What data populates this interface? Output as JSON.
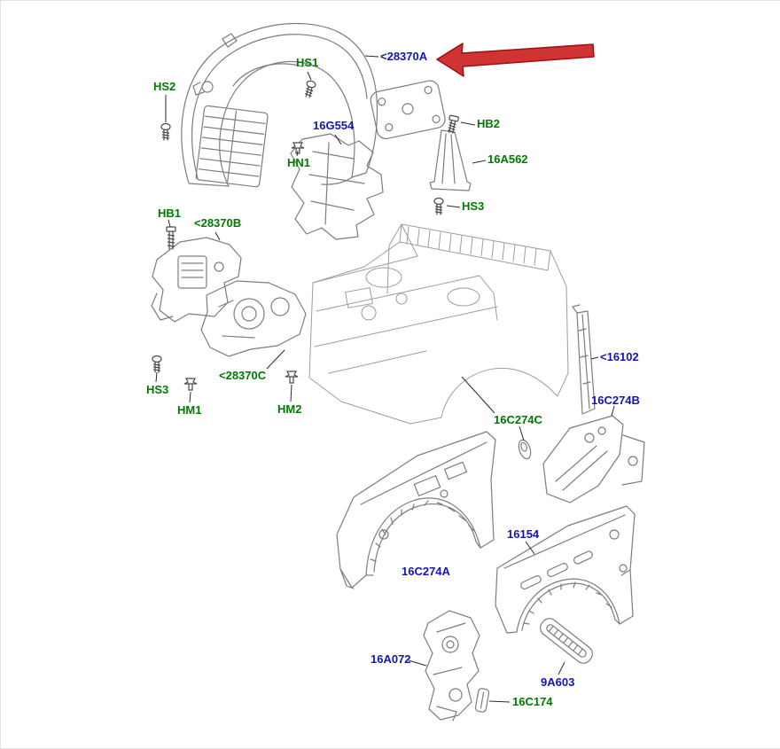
{
  "colors": {
    "fastener_label": "#007A00",
    "part_link_label": "#1515B5",
    "highlight_arrow": "#D03333",
    "highlight_arrow_outline": "#A01010",
    "line_art": "#7D7D7D",
    "background": "#FFFFFF"
  },
  "labels": [
    {
      "id": "hs2",
      "text": "HS2",
      "color": "green"
    },
    {
      "id": "hs1",
      "text": "HS1",
      "color": "green"
    },
    {
      "id": "28370a",
      "text": "<28370A",
      "color": "blue"
    },
    {
      "id": "hb2",
      "text": "HB2",
      "color": "green"
    },
    {
      "id": "16g554",
      "text": "16G554",
      "color": "blue"
    },
    {
      "id": "16a562",
      "text": "16A562",
      "color": "green"
    },
    {
      "id": "hn1",
      "text": "HN1",
      "color": "green"
    },
    {
      "id": "hs3-upper",
      "text": "HS3",
      "color": "green"
    },
    {
      "id": "hb1",
      "text": "HB1",
      "color": "green"
    },
    {
      "id": "28370b",
      "text": "<28370B",
      "color": "green"
    },
    {
      "id": "16102",
      "text": "<16102",
      "color": "blue"
    },
    {
      "id": "28370c",
      "text": "<28370C",
      "color": "green"
    },
    {
      "id": "hs3-lower",
      "text": "HS3",
      "color": "green"
    },
    {
      "id": "hm1",
      "text": "HM1",
      "color": "green"
    },
    {
      "id": "hm2",
      "text": "HM2",
      "color": "green"
    },
    {
      "id": "16c274b",
      "text": "16C274B",
      "color": "blue"
    },
    {
      "id": "16c274c",
      "text": "16C274C",
      "color": "green"
    },
    {
      "id": "16154",
      "text": "16154",
      "color": "blue"
    },
    {
      "id": "16c274a",
      "text": "16C274A",
      "color": "blue"
    },
    {
      "id": "16a072",
      "text": "16A072",
      "color": "blue"
    },
    {
      "id": "9a603",
      "text": "9A603",
      "color": "blue"
    },
    {
      "id": "16c174",
      "text": "16C174",
      "color": "green"
    }
  ]
}
